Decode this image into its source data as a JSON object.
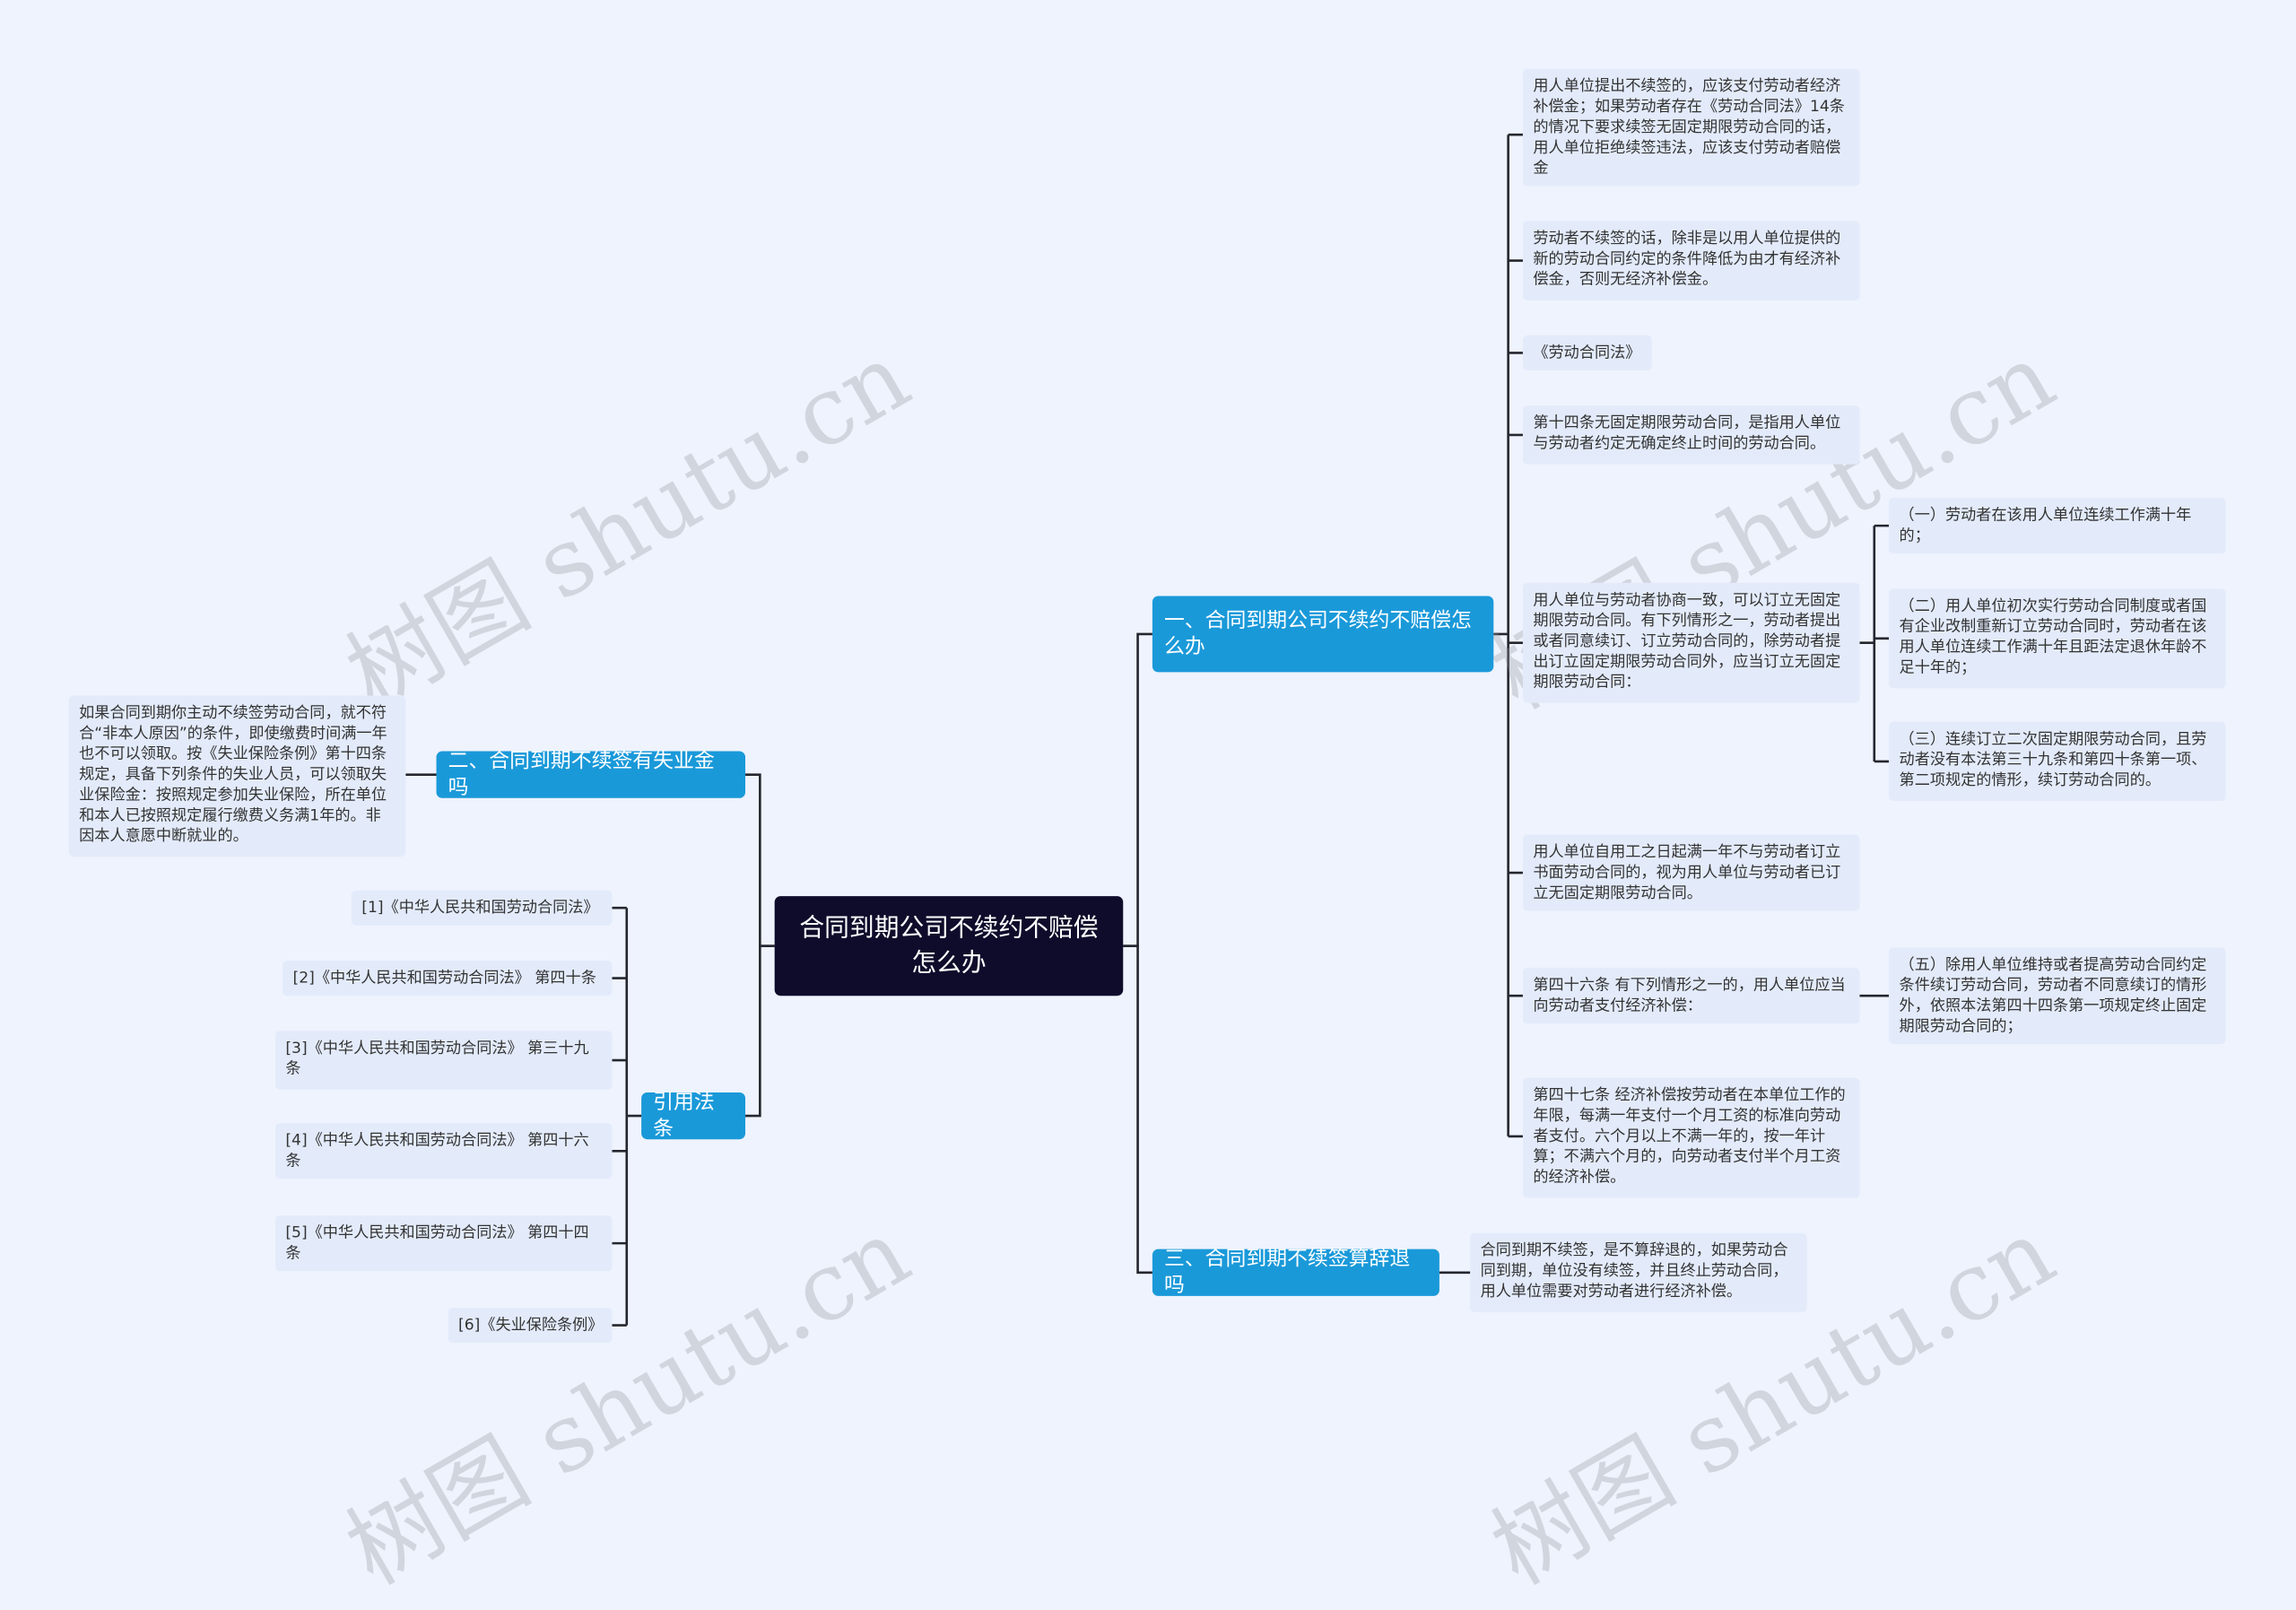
{
  "root": {
    "label": "合同到期公司不续约不赔偿怎么办"
  },
  "branches": {
    "b1": {
      "label": "一、合同到期公司不续约不赔偿怎么办"
    },
    "b2": {
      "label": "二、合同到期不续签有失业金吗"
    },
    "b3": {
      "label": "三、合同到期不续签算辞退吗"
    },
    "b4": {
      "label": "引用法条"
    }
  },
  "leaves": {
    "l1": "用人单位提出不续签的，应该支付劳动者经济补偿金；如果劳动者存在《劳动合同法》14条的情况下要求续签无固定期限劳动合同的话，用人单位拒绝续签违法，应该支付劳动者赔偿金",
    "l2": "劳动者不续签的话，除非是以用人单位提供的新的劳动合同约定的条件降低为由才有经济补偿金，否则无经济补偿金。",
    "l3": "《劳动合同法》",
    "l4": "第十四条无固定期限劳动合同，是指用人单位与劳动者约定无确定终止时间的劳动合同。",
    "l5": "用人单位与劳动者协商一致，可以订立无固定期限劳动合同。有下列情形之一，劳动者提出或者同意续订、订立劳动合同的，除劳动者提出订立固定期限劳动合同外，应当订立无固定期限劳动合同：",
    "l5a": "（一）劳动者在该用人单位连续工作满十年的；",
    "l5b": "（二）用人单位初次实行劳动合同制度或者国有企业改制重新订立劳动合同时，劳动者在该用人单位连续工作满十年且距法定退休年龄不足十年的；",
    "l5c": "（三）连续订立二次固定期限劳动合同，且劳动者没有本法第三十九条和第四十条第一项、第二项规定的情形，续订劳动合同的。",
    "l6": "用人单位自用工之日起满一年不与劳动者订立书面劳动合同的，视为用人单位与劳动者已订立无固定期限劳动合同。",
    "l7": "第四十六条 有下列情形之一的，用人单位应当向劳动者支付经济补偿：",
    "l7a": "（五）除用人单位维持或者提高劳动合同约定条件续订劳动合同，劳动者不同意续订的情形外，依照本法第四十四条第一项规定终止固定期限劳动合同的；",
    "l8": "第四十七条 经济补偿按劳动者在本单位工作的年限，每满一年支付一个月工资的标准向劳动者支付。六个月以上不满一年的，按一年计算；不满六个月的，向劳动者支付半个月工资的经济补偿。",
    "l9": "合同到期不续签，是不算辞退的，如果劳动合同到期，单位没有续签，并且终止劳动合同，用人单位需要对劳动者进行经济补偿。",
    "l10": "如果合同到期你主动不续签劳动合同，就不符合“非本人原因”的条件，即使缴费时间满一年也不可以领取。按《失业保险条例》第十四条规定，具备下列条件的失业人员，可以领取失业保险金：按照规定参加失业保险，所在单位和本人已按照规定履行缴费义务满1年的。非因本人意愿中断就业的。",
    "r1": "[1]《中华人民共和国劳动合同法》",
    "r2": "[2]《中华人民共和国劳动合同法》 第四十条",
    "r3": "[3]《中华人民共和国劳动合同法》 第三十九条",
    "r4": "[4]《中华人民共和国劳动合同法》 第四十六条",
    "r5": "[5]《中华人民共和国劳动合同法》 第四十四条",
    "r6": "[6]《失业保险条例》"
  },
  "watermark": "树图 shutu.cn",
  "colors": {
    "background": "#eef3fd",
    "root": "#0f0c2b",
    "branch": "#1a99d9",
    "leaf": "#e3ebfb",
    "line": "#25262e"
  }
}
